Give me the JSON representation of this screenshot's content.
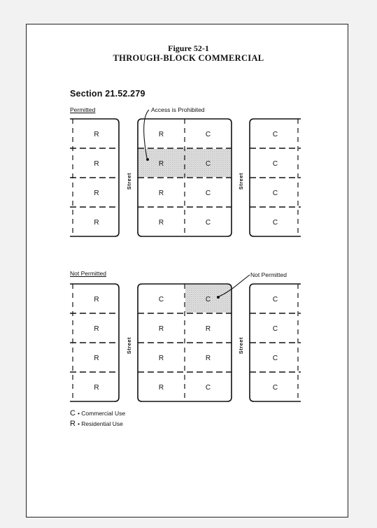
{
  "figure": {
    "number": "Figure 52-1",
    "title": "THROUGH-BLOCK COMMERCIAL"
  },
  "section": "Section 21.52.279",
  "panels": [
    {
      "label": "Permitted",
      "callout": "Access is Prohibited",
      "street_label": "Street",
      "blocks": [
        {
          "cols": [
            [
              "R",
              "R",
              "R",
              "R"
            ]
          ]
        },
        {
          "cols": [
            [
              "R",
              "R",
              "R",
              "R"
            ],
            [
              "C",
              "C",
              "C",
              "C"
            ]
          ],
          "highlight": {
            "row": 1,
            "span": "both"
          }
        },
        {
          "cols": [
            [
              "C",
              "C",
              "C",
              "C"
            ]
          ]
        }
      ]
    },
    {
      "label": "Not Permitted",
      "callout": "Not Permitted",
      "street_label": "Street",
      "blocks": [
        {
          "cols": [
            [
              "R",
              "R",
              "R",
              "R"
            ]
          ]
        },
        {
          "cols": [
            [
              "C",
              "R",
              "R",
              "R"
            ],
            [
              "C",
              "R",
              "R",
              "C"
            ]
          ],
          "highlight": {
            "row": 0,
            "span": "right"
          }
        },
        {
          "cols": [
            [
              "C",
              "C",
              "C",
              "C"
            ]
          ]
        }
      ]
    }
  ],
  "legend": [
    {
      "symbol": "C",
      "text": "• Commercial Use"
    },
    {
      "symbol": "R",
      "text": "• Residential Use"
    }
  ]
}
